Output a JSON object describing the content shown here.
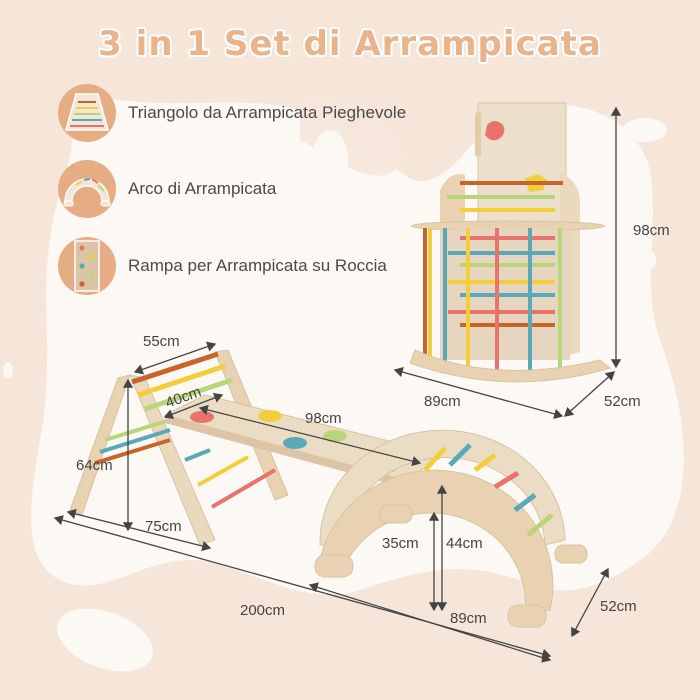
{
  "title": "3 in 1 Set di Arrampicata",
  "colors": {
    "background": "#f6e6da",
    "blob": "#fcf8f4",
    "title": "#e9b48c",
    "icon_circle": "#e6ad84",
    "text": "#4a4a4a",
    "wood": "#e8d2b2",
    "rung_orange": "#c8642a",
    "rung_yellow": "#f2cf3a",
    "rung_green": "#b9d57a",
    "rung_blue": "#5aa8b8",
    "rung_pink": "#e8736c"
  },
  "features": [
    {
      "icon": "climbing-triangle-icon",
      "label": "Triangolo da Arrampicata Pieghevole"
    },
    {
      "icon": "climbing-arch-icon",
      "label": "Arco di Arrampicata"
    },
    {
      "icon": "climbing-ramp-icon",
      "label": "Rampa per Arrampicata su Roccia"
    }
  ],
  "dimensions": {
    "stacked": {
      "height": "98cm",
      "width": "89cm",
      "depth": "52cm"
    },
    "triangle": {
      "top_width": "55cm",
      "height": "64cm",
      "base": "75cm"
    },
    "ramp": {
      "width": "40cm",
      "length": "98cm"
    },
    "arch": {
      "inner_height": "35cm",
      "outer_height": "44cm",
      "length": "89cm",
      "depth": "52cm"
    },
    "total_length": "200cm"
  }
}
